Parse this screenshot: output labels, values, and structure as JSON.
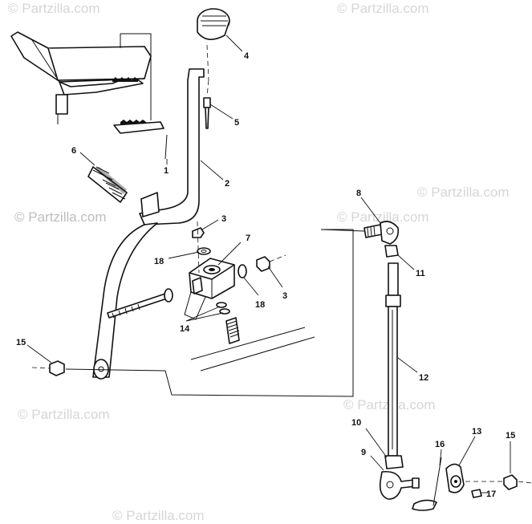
{
  "watermarks": [
    "© Partzilla.com",
    "© Partzilla.com",
    "© Partzilla.com",
    "© Partzilla.com",
    "© Partzilla.com",
    "© Partzilla.com",
    "© Partzilla.com",
    "© Partzilla.com"
  ],
  "callouts": [
    "4",
    "5",
    "2",
    "1",
    "6",
    "3",
    "7",
    "18",
    "3",
    "18",
    "14",
    "15",
    "8",
    "11",
    "12",
    "10",
    "9",
    "16",
    "13",
    "17",
    "15"
  ],
  "colors": {
    "ink": "#111111",
    "watermark": "#d6d6d6",
    "background": "#ffffff"
  }
}
